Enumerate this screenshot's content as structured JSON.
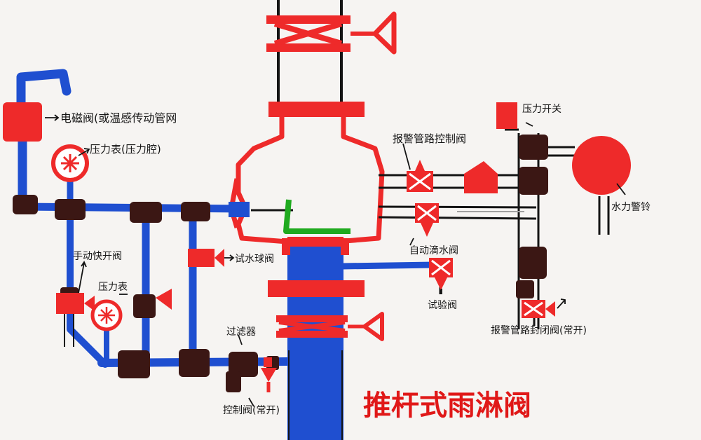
{
  "title": "推杆式雨淋阀",
  "labels": {
    "solenoid_valve": "电磁阀(或温感传动管网",
    "pressure_gauge_upper": "压力表(压力腔)",
    "manual_open_valve": "手动快开阀",
    "pressure_gauge_lower": "压力表",
    "water_test_ball_valve": "试水球阀",
    "filter": "过滤器",
    "control_valve": "控制阀(常开)",
    "alarm_line_control_valve": "报警管路控制阀",
    "auto_drain_valve": "自动滴水阀",
    "test_valve": "试验阀",
    "pressure_switch": "压力开关",
    "water_motor_gong": "水力警铃",
    "alarm_line_shutoff_valve": "报警管路封闭阀(常开)"
  },
  "colors": {
    "pipe_blue": "#1f4fd0",
    "valve_red": "#ee2a2a",
    "fitting_brown": "#3b1714",
    "line_black": "#141414",
    "latch_green": "#1faa1f",
    "title_red": "#e01818",
    "paper": "#f6f4f2"
  }
}
